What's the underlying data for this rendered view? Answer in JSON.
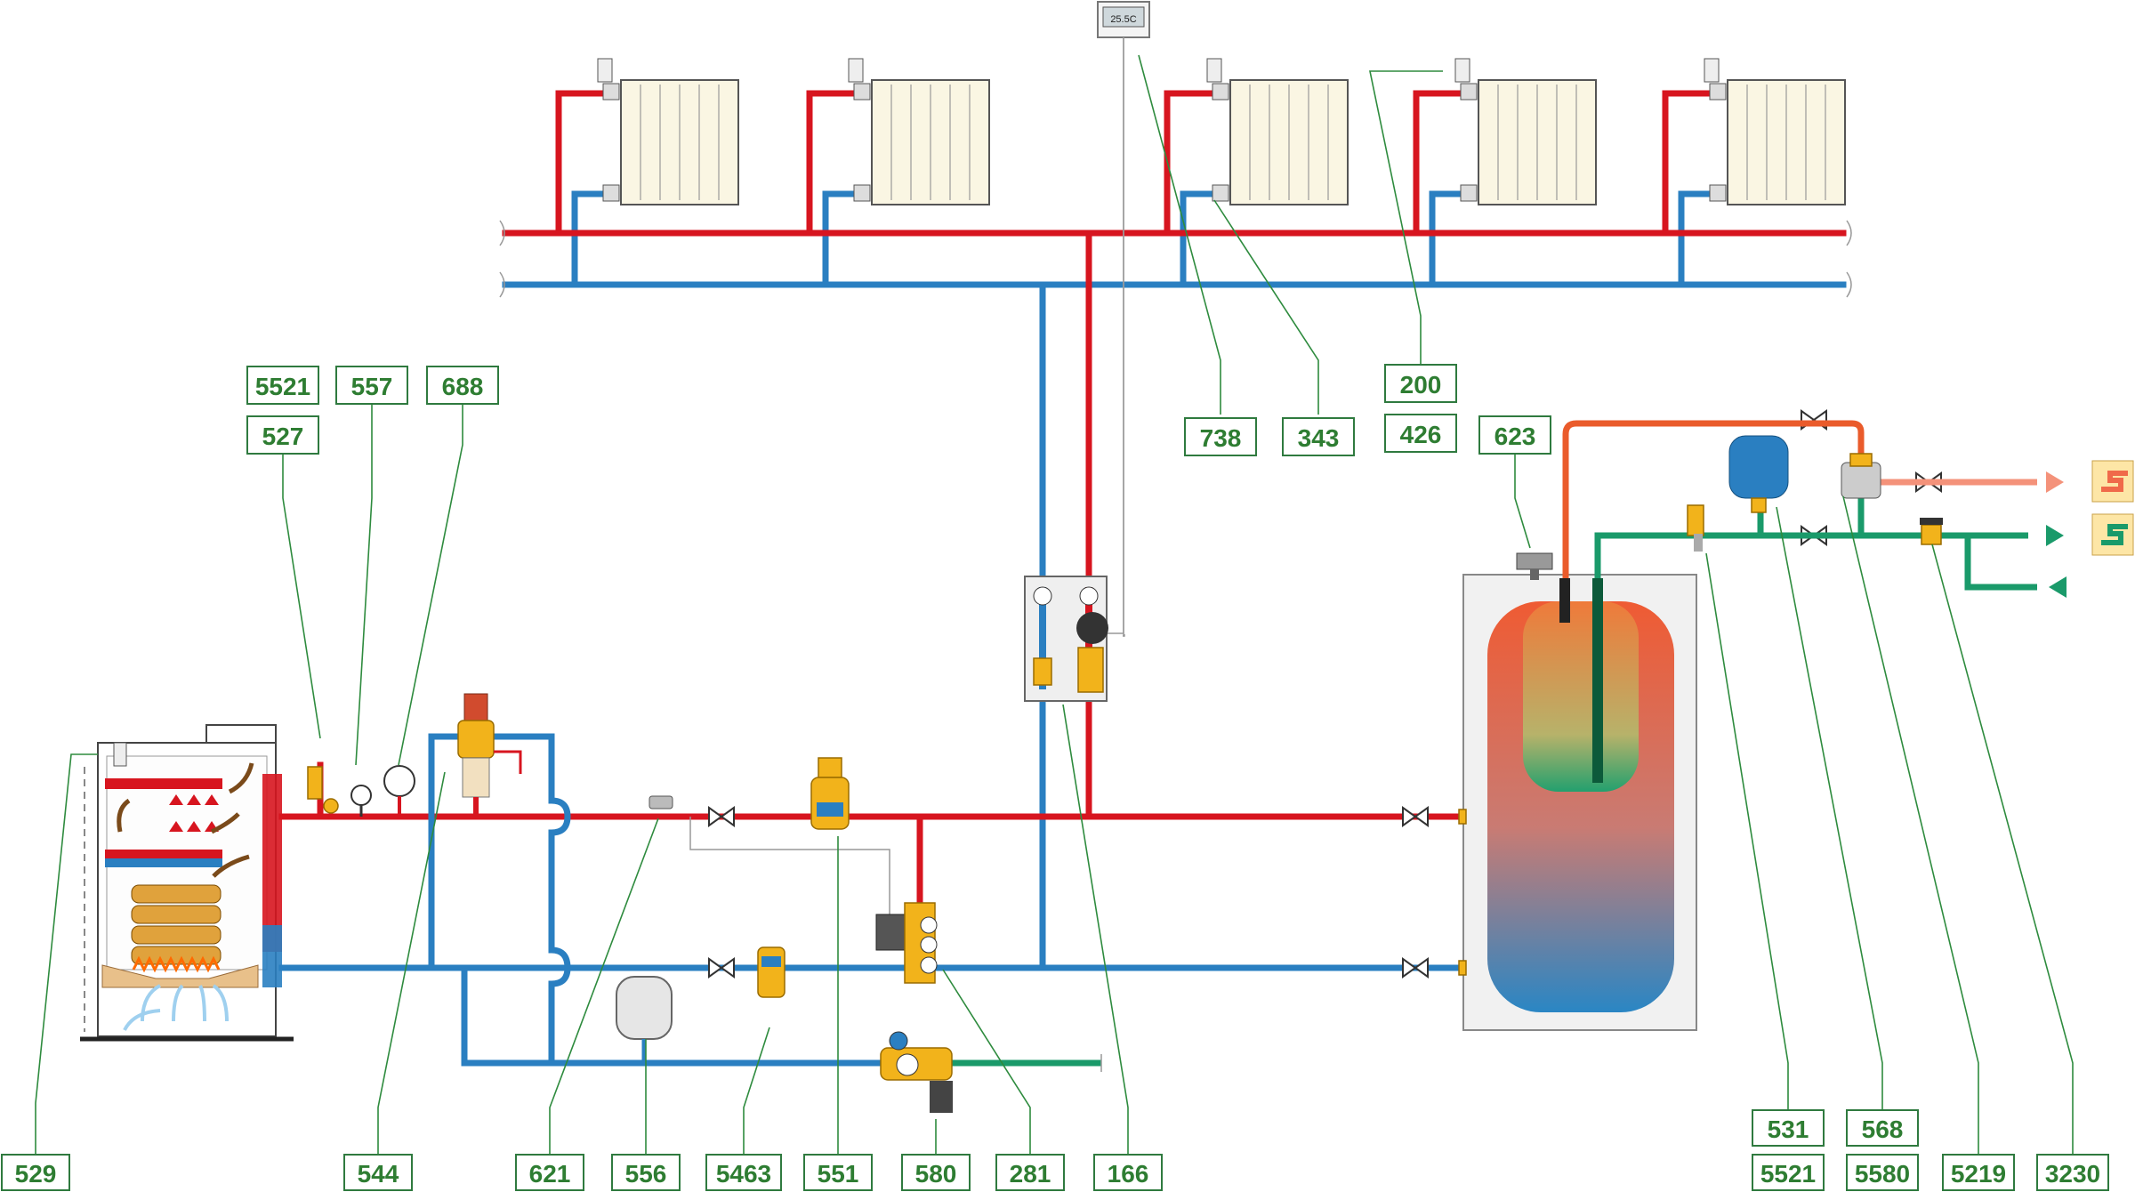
{
  "labels": {
    "l5521a": "5521",
    "l557": "557",
    "l688": "688",
    "l527": "527",
    "l738": "738",
    "l343": "343",
    "l200": "200",
    "l426": "426",
    "l623": "623",
    "l529": "529",
    "l544": "544",
    "l621": "621",
    "l556": "556",
    "l5463": "5463",
    "l551": "551",
    "l580": "580",
    "l281": "281",
    "l166": "166",
    "l531": "531",
    "l568": "568",
    "l5521b": "5521",
    "l5580": "5580",
    "l5219": "5219",
    "l3230": "3230"
  },
  "controller_display": "25.5C",
  "colors": {
    "flow": "#d7151f",
    "return": "#2a7fc1",
    "cold_water": "#1a9a6a",
    "hot_water": "#ea5b2b",
    "label_green": "#2e7d32"
  }
}
